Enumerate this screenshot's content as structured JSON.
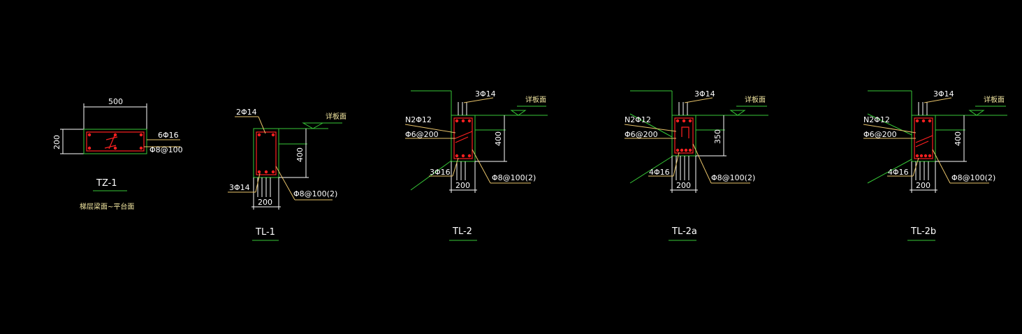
{
  "colors": {
    "background": "#000000",
    "rebar": "#ff2020",
    "outline": "#37c837",
    "dimension": "#ffffff",
    "leader": "#e9c46a"
  },
  "tz1": {
    "title": "TZ-1",
    "note": "梯层梁面~平台面",
    "width": "500",
    "height": "200",
    "rebar_main": "6Φ16",
    "stirrup": "Φ8@100"
  },
  "tl1": {
    "title": "TL-1",
    "top_bar": "2Φ14",
    "bottom_bar": "3Φ14",
    "stirrup": "Φ8@100(2)",
    "width": "200",
    "height": "400",
    "level": "详板面"
  },
  "tl2": {
    "title": "TL-2",
    "top_bar": "3Φ14",
    "waist_bar": "N2Φ12",
    "tie": "Φ6@200",
    "bottom_bar": "3Φ16",
    "stirrup": "Φ8@100(2)",
    "width": "200",
    "height": "400",
    "level": "详板面"
  },
  "tl2a": {
    "title": "TL-2a",
    "top_bar": "3Φ14",
    "waist_bar": "N2Φ12",
    "tie": "Φ6@200",
    "bottom_bar": "4Φ16",
    "stirrup": "Φ8@100(2)",
    "width": "200",
    "height": "350",
    "level": "详板面"
  },
  "tl2b": {
    "title": "TL-2b",
    "top_bar": "3Φ14",
    "waist_bar": "N2Φ12",
    "tie": "Φ6@200",
    "bottom_bar": "4Φ16",
    "stirrup": "Φ8@100(2)",
    "width": "200",
    "height": "400",
    "level": "详板面"
  }
}
